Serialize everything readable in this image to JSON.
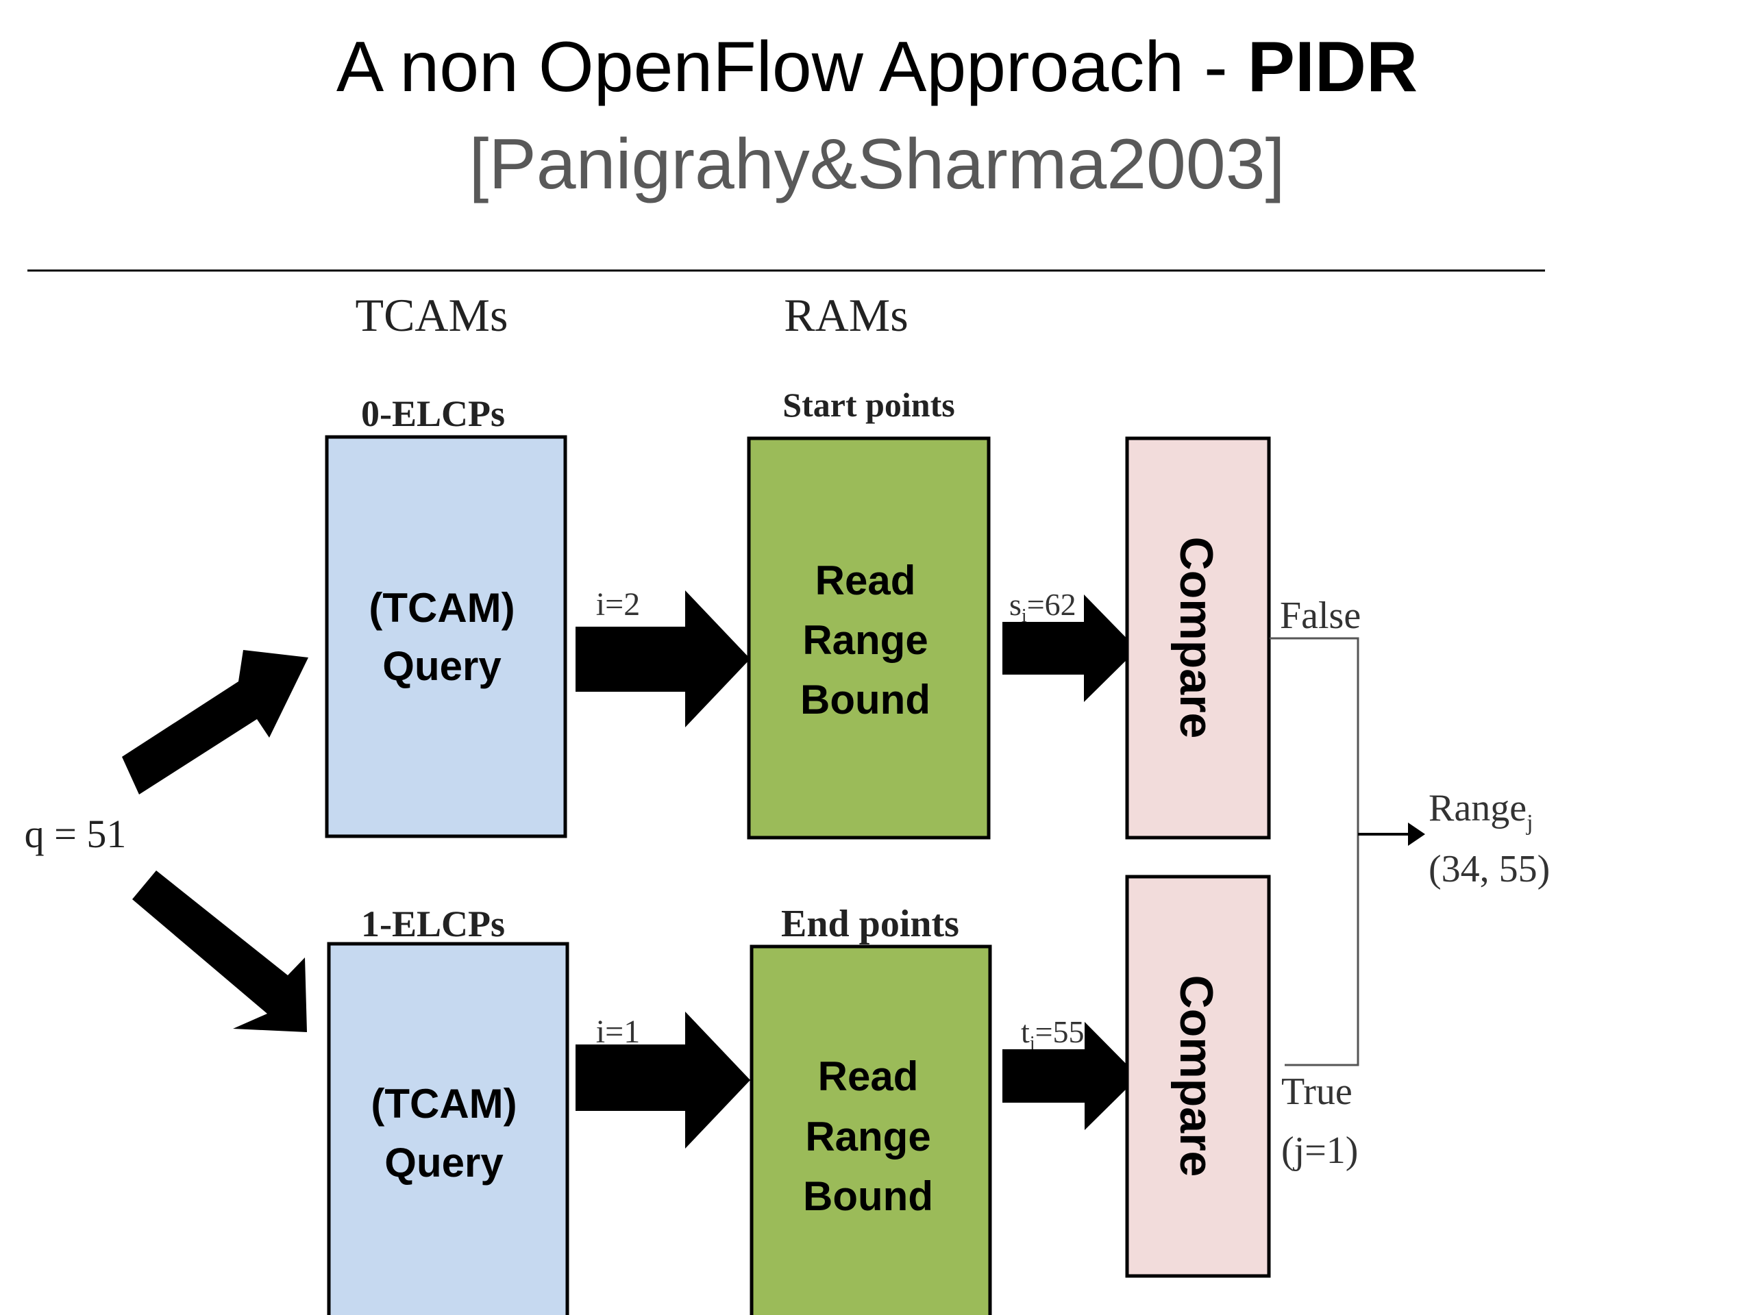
{
  "title": {
    "main": "A non OpenFlow Approach - ",
    "bold": "PIDR",
    "citation": "[Panigrahy&Sharma2003]"
  },
  "columns": {
    "tcams": "TCAMs",
    "rams": "RAMs"
  },
  "input": "q = 51",
  "top_row": {
    "tcam_header": "0-ELCPs",
    "tcam_lines": [
      "(TCAM)",
      "Query"
    ],
    "edge_label": "i=2",
    "ram_header": "Start points",
    "ram_lines": [
      "Read",
      "Range",
      "Bound"
    ],
    "value_label_main": "s",
    "value_label_sub": "i",
    "value_label_rest": "=62",
    "compare": "Compare",
    "outcome": "False"
  },
  "bottom_row": {
    "tcam_header": "1-ELCPs",
    "tcam_lines": [
      "(TCAM)",
      "Query"
    ],
    "edge_label": "i=1",
    "ram_header": "End points",
    "ram_lines": [
      "Read",
      "Range",
      "Bound"
    ],
    "value_label_main": "t",
    "value_label_sub": "j",
    "value_label_rest": "=55",
    "compare": "Compare",
    "outcome": "True",
    "outcome_sub": "(j=1)"
  },
  "result": {
    "label_main": "Range",
    "label_sub": "j",
    "value": "(34, 55)"
  },
  "colors": {
    "tcam_fill": "#c6d9f0",
    "ram_fill": "#9bbb59",
    "compare_fill": "#f2dcdb",
    "arrow": "#000000",
    "connector": "#555555"
  }
}
